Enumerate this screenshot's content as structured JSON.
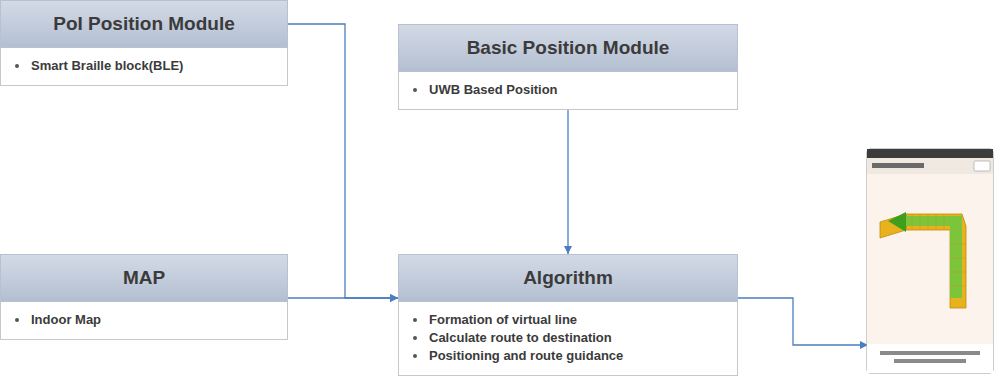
{
  "diagram": {
    "nodes": [
      {
        "text": [
          "PoI Position Module",
          "Smart Braille block(BLE)"
        ]
      },
      {
        "text": [
          "Basic Position Module",
          "UWB Based Position"
        ]
      },
      {
        "text": [
          "MAP",
          "Indoor Map"
        ]
      },
      {
        "text": [
          "Algorithm",
          "Formation of virtual line",
          "Calculate route to destination",
          "Positioning and route guidance"
        ]
      }
    ],
    "edges": [
      {
        "from": 0,
        "to": 3,
        "arrow": "to"
      },
      {
        "from": 2,
        "to": 3,
        "arrow": "to"
      },
      {
        "from": 1,
        "to": 3,
        "arrow": "to"
      }
    ]
  }
}
